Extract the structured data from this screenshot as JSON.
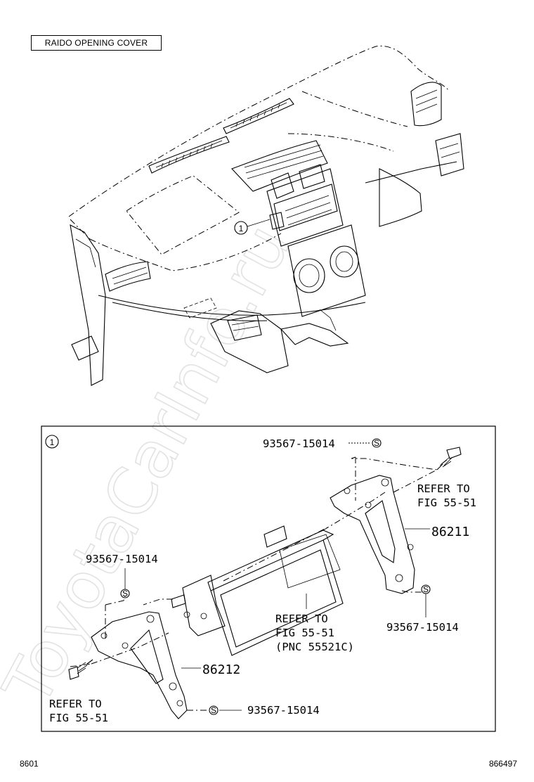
{
  "header": {
    "title": "RAIDO OPENING COVER"
  },
  "watermark": {
    "text": "ToyotaCarInfo.ru"
  },
  "overview": {
    "callout": "1"
  },
  "detail": {
    "callout": "1",
    "labels": {
      "screw_top": "93567-15014",
      "refer_top_line1": "REFER TO",
      "refer_top_line2": "FIG 55-51",
      "part_86211": "86211",
      "screw_left": "93567-15014",
      "refer_mid_line1": "REFER TO",
      "refer_mid_line2": "FIG 55-51",
      "refer_mid_line3": "(PNC 55521C)",
      "screw_right": "93567-15014",
      "part_86212": "86212",
      "refer_bottom_line1": "REFER TO",
      "refer_bottom_line2": "FIG 55-51",
      "screw_bottom": "93567-15014",
      "s_symbol": "S"
    }
  },
  "footer": {
    "left_code": "8601",
    "right_code": "866497"
  }
}
